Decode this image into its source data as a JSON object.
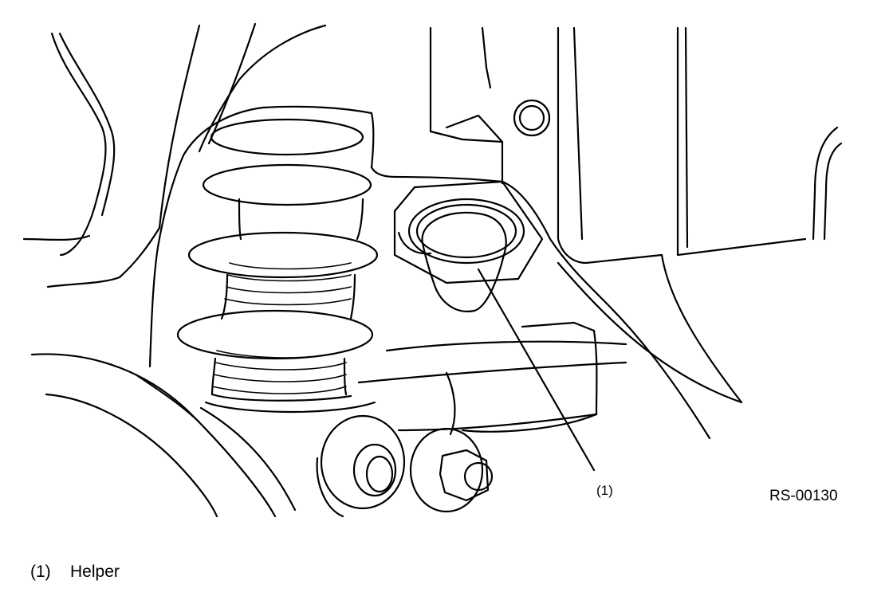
{
  "figure": {
    "code": "RS-00130",
    "callouts": [
      {
        "number": "(1)"
      }
    ]
  },
  "legend": [
    {
      "number": "(1)",
      "label": "Helper"
    }
  ]
}
